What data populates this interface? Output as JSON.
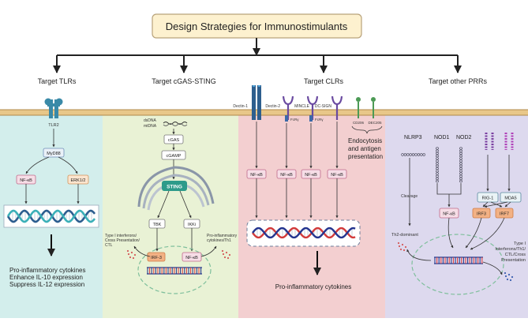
{
  "title": "Design Strategies for Immunostimulants",
  "colors": {
    "title_box": "#fdf1cf",
    "title_border": "#b8a27a",
    "membrane": "#e8c789",
    "tlr_panel": "#d3eeec",
    "sting_panel": "#e9f2d5",
    "clr_panel": "#f3cfd0",
    "prr_panel": "#ddd9ee",
    "nfkb_fill": "#f6dde6",
    "nfkb_stroke": "#c06a8a",
    "irf_fill": "#f2b184",
    "sting_fill": "#2d9b8a",
    "dna_blue": "#2c5d8f",
    "dna_teal": "#3bb0b8",
    "dna_red": "#d23a3a",
    "dna_blue_dark": "#23348f"
  },
  "branches": {
    "tlr": "Target TLRs",
    "sting": "Target cGAS-STING",
    "clr": "Target CLRs",
    "prr": "Target other PRRs"
  },
  "tlr": {
    "receptor": "TLR2",
    "adaptor": "MyD88",
    "nfkb": "NF-κB",
    "erk": "ERK1/2",
    "output": [
      "Pro-inflammatory cytokines",
      "Enhance  IL-10  expression",
      "Suppress IL-12 expression"
    ]
  },
  "sting": {
    "dsdna": "dsDNA",
    "mtdna": "mtDNA",
    "cgas": "cGAS",
    "cgamp": "cGAMP",
    "sting": "STING",
    "tbk": "TBK",
    "ikk": "IKKi",
    "irf3": "IRF-3",
    "nfkb": "NF-κB",
    "left_output": [
      "Type I interferons/",
      "Cross Presentation/",
      "CTL"
    ],
    "right_output": [
      "Pro-inflammatory",
      "cytokines/Th1"
    ]
  },
  "clr": {
    "dectin1": "Dectin-1",
    "dectin2": "Dectin-2",
    "mincle": "MINCLE",
    "dcsign": "DC-SIGN",
    "fcry": "FcRγ",
    "cd206": "CD206",
    "dec205": "DEC205",
    "nfkb": "NF-κB",
    "endocytosis": [
      "Endocytosis",
      "and antigen",
      "presentation"
    ],
    "output": "Pro-inflammatory cytokines"
  },
  "prr": {
    "nlrp3": "NLRP3",
    "nod1": "NOD1",
    "nod2": "NOD2",
    "rig1": "RIG-1",
    "mda5": "MDA5",
    "cleavage": "Cleavage",
    "nfkb": "NF-κB",
    "irf3": "IRF3",
    "irf7": "IRF7",
    "th2": "Th2-dominant",
    "right_output": [
      "Type I",
      "interferons/Th1/",
      "CTL/Cross",
      "Presentation"
    ]
  }
}
